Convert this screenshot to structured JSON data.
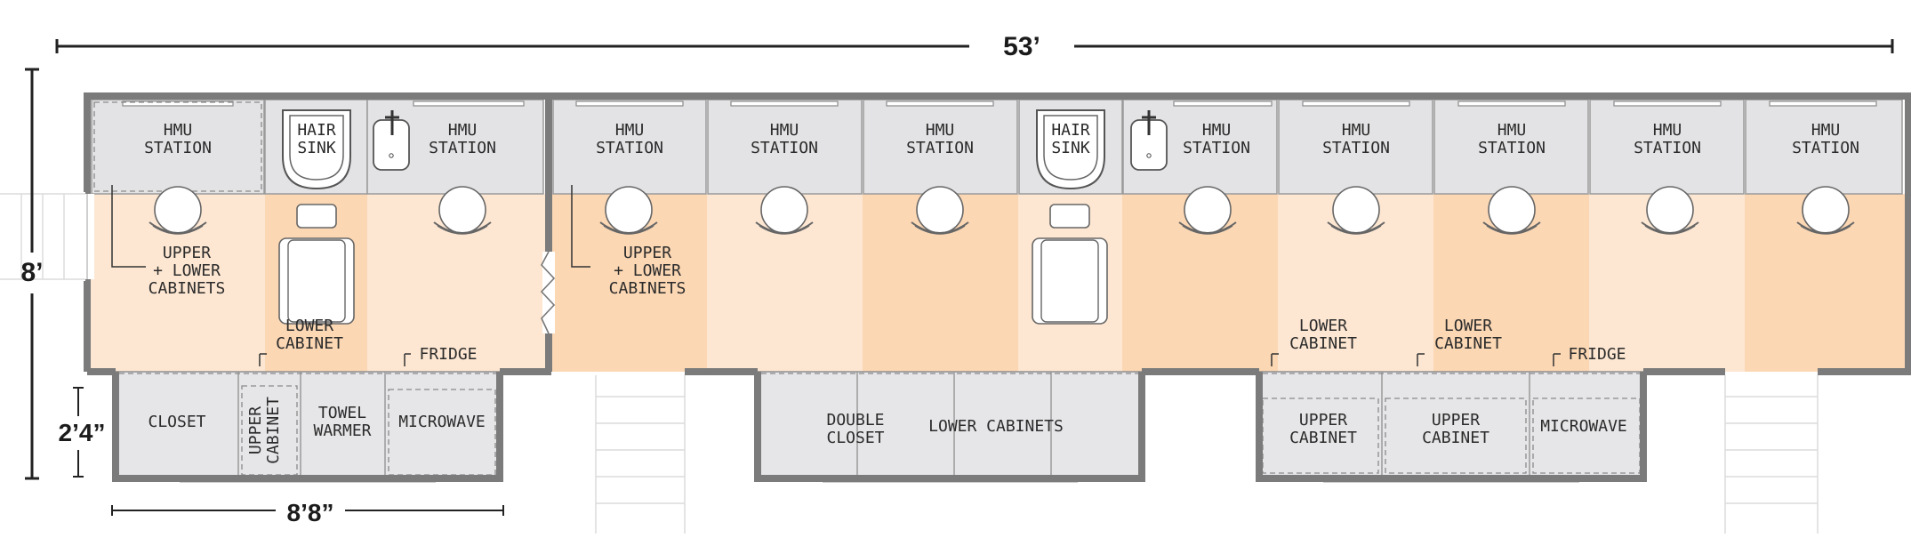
{
  "dimensions": {
    "overall_length": "53’",
    "width": "8’",
    "slide_depth": "2’4”",
    "slide_length": "8’8”"
  },
  "stations": {
    "hmu": "HMU STATION",
    "hair_sink": "HAIR SINK"
  },
  "labels": {
    "upper_lower_cabinets": "UPPER + LOWER CABINETS",
    "lower_cabinet": "LOWER CABINET",
    "fridge": "FRIDGE",
    "closet": "CLOSET",
    "upper_cabinet": "UPPER CABINET",
    "towel_warmer": "TOWEL WARMER",
    "microwave": "MICROWAVE",
    "double_closet": "DOUBLE CLOSET",
    "lower_cabinets": "LOWER CABINETS"
  },
  "colors": {
    "zone_light": "#fde7d2",
    "zone_dark": "#fbd7b4",
    "wall": "#7b7b7b",
    "cabinet": "#e3e3e5"
  }
}
